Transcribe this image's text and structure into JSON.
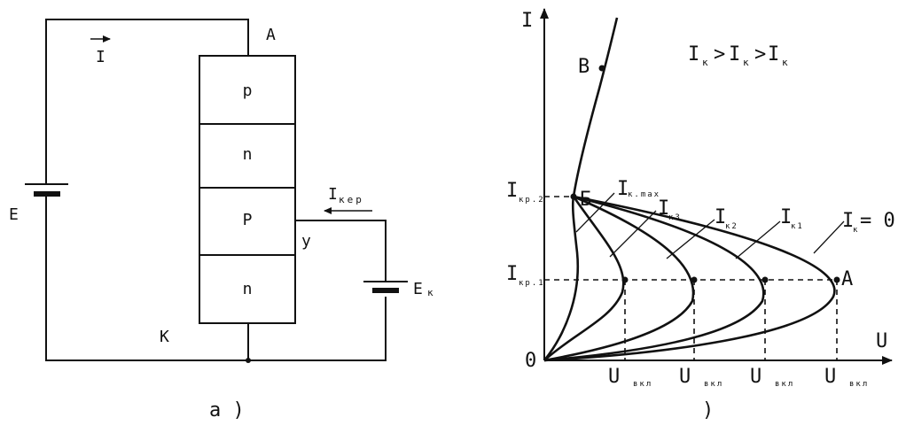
{
  "circuit": {
    "terminal_anode": "A",
    "terminal_cathode": "K",
    "terminal_gate": "y",
    "current_label": "I",
    "emf_label": "E",
    "control_emf_label": "E",
    "control_emf_sub": "к",
    "control_current_label": "I",
    "control_current_sub": "кер",
    "layers": [
      "p",
      "n",
      "P",
      "n"
    ],
    "caption": "а )"
  },
  "graph": {
    "y_axis_label": "I",
    "x_axis_label": "U",
    "origin_label": "0",
    "point_b": "В",
    "point_b2": "Б",
    "point_a": "А",
    "inequality": {
      "i1": "I",
      "s1": "к",
      "op1": ">",
      "i2": "I",
      "s2": "к",
      "op2": ">",
      "i3": "I",
      "s3": "к"
    },
    "i_kr2_main": "I",
    "i_kr2_sub": "кр.2",
    "i_kr1_main": "I",
    "i_kr1_sub": "кр.1",
    "ik_max_main": "I",
    "ik_max_sub": "к.max",
    "ik3_main": "I",
    "ik3_sub": "к3",
    "ik2_main": "I",
    "ik2_sub": "к2",
    "ik1_main": "I",
    "ik1_sub": "к1",
    "ik0_main": "I",
    "ik0_sub": "к",
    "ik0_val": "= 0",
    "u_vkl": [
      "U",
      "U",
      "U",
      "U"
    ],
    "u_vkl_sub": [
      "вкл",
      "вкл",
      "вкл",
      "вкл"
    ],
    "caption": ")"
  }
}
